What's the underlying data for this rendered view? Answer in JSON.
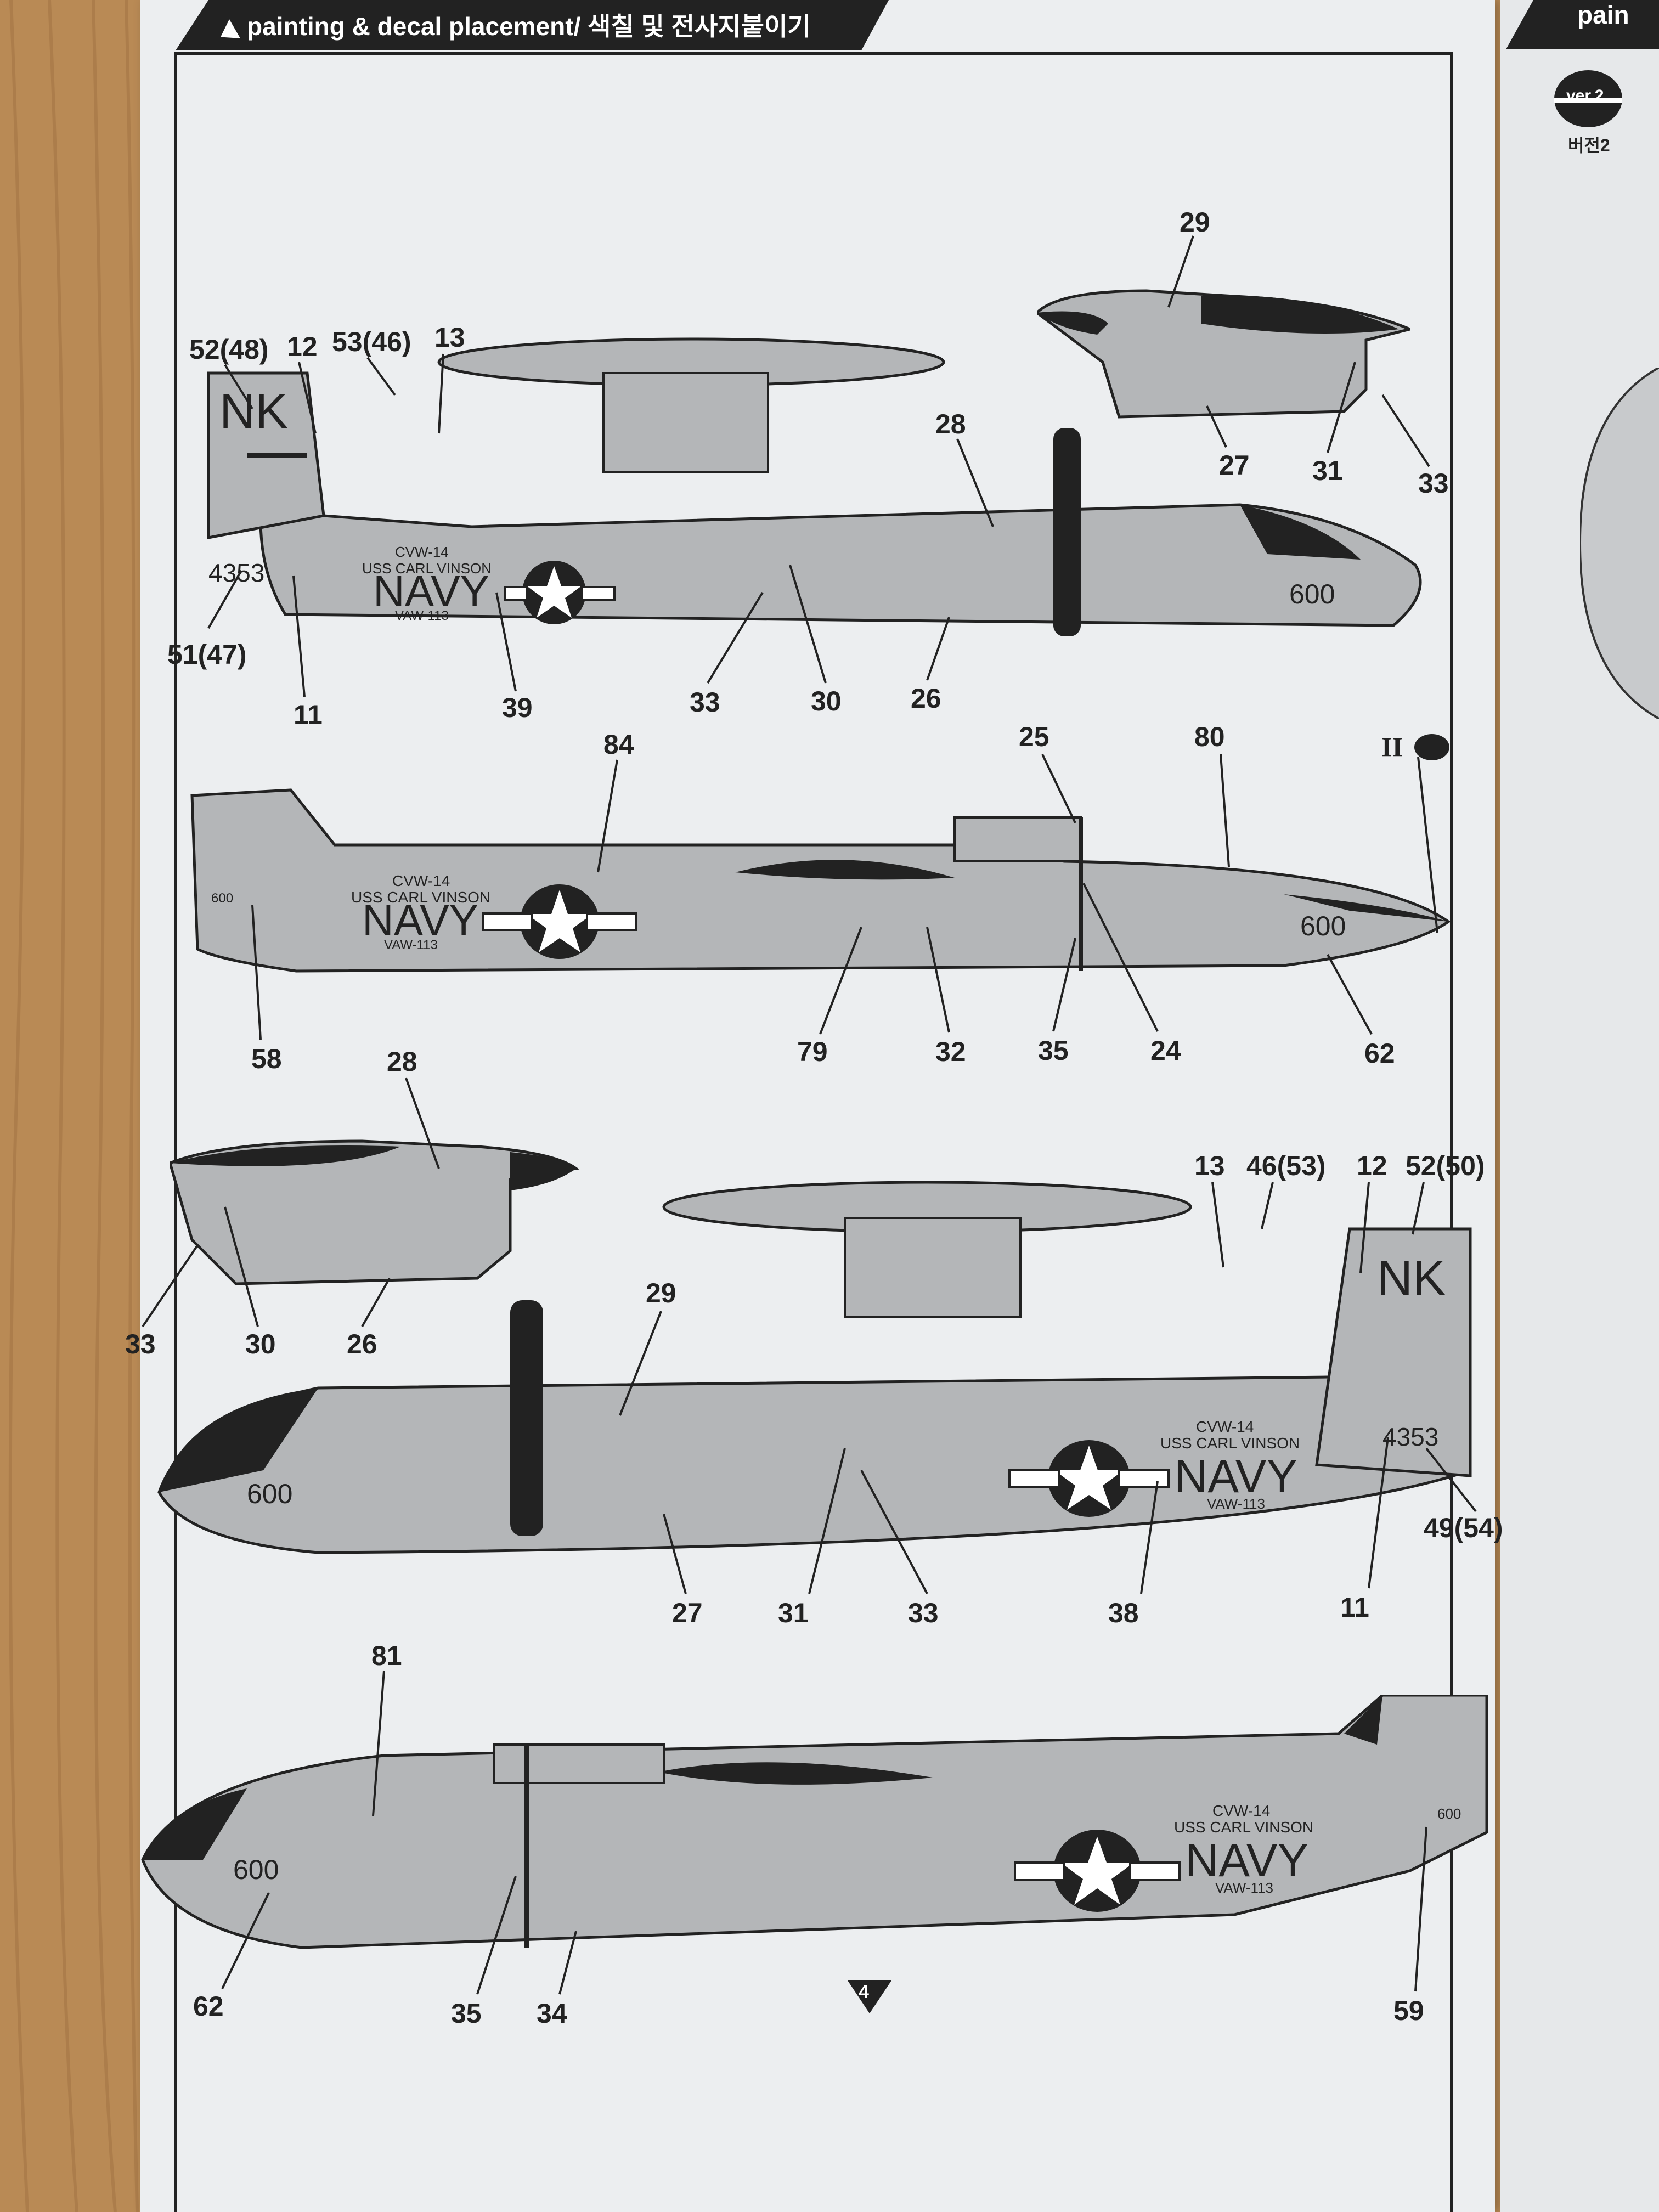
{
  "header": {
    "title": "painting & decal placement/ 색칠 및 전사지붙이기",
    "right_page_title": "pain"
  },
  "version_badge": {
    "label": "ver.2",
    "sub": "버전2"
  },
  "page_number": "4",
  "marker": {
    "roman": "II"
  },
  "aircraft_markings": {
    "tail_code": "NK",
    "fuselage_line1": "CVW-14",
    "fuselage_line2": "USS CARL VINSON",
    "service": "NAVY",
    "squadron": "VAW-113",
    "modex": "600",
    "bureau_number": "4353"
  },
  "callouts": {
    "v1": [
      "29",
      "52(48)",
      "12",
      "53(46)",
      "13",
      "28",
      "27",
      "31",
      "33",
      "51(47)",
      "11",
      "39",
      "33",
      "30",
      "26"
    ],
    "v2": [
      "84",
      "25",
      "80",
      "58",
      "79",
      "32",
      "35",
      "24",
      "62"
    ],
    "v3": [
      "28",
      "13",
      "46(53)",
      "12",
      "52(50)",
      "33",
      "30",
      "26",
      "29",
      "49(54)",
      "27",
      "31",
      "33",
      "38",
      "11"
    ],
    "v4": [
      "81",
      "62",
      "35",
      "34",
      "59"
    ]
  },
  "colors": {
    "paper": "#eceef0",
    "aircraft_gray": "#b4b6b8",
    "ink": "#222222",
    "wood": "#b98a55"
  }
}
